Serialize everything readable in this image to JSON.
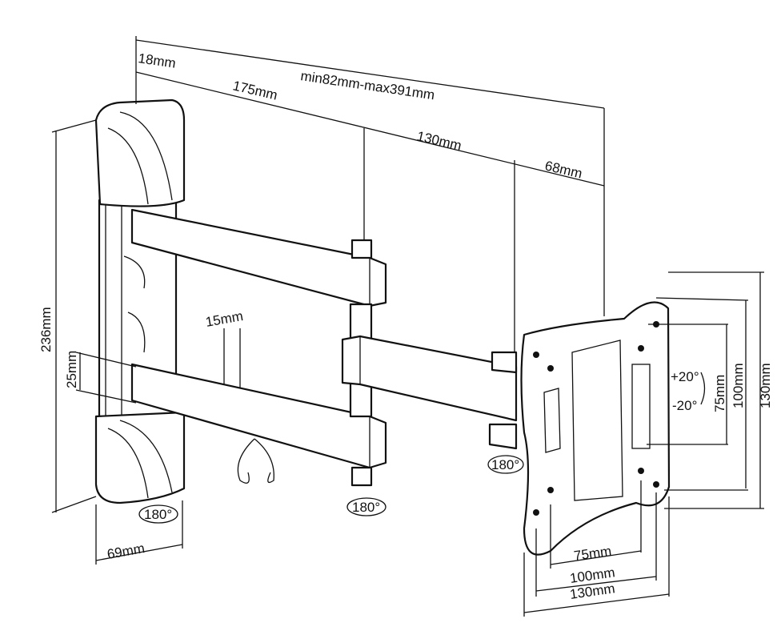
{
  "title": "Articulating TV wall mount dimension drawing",
  "dimensions": {
    "overall_depth": "min82mm-max391mm",
    "wall_plate_depth": "18mm",
    "first_arm": "175mm",
    "second_arm": "130mm",
    "head_depth": "68mm",
    "wall_plate_height": "236mm",
    "arm_spacing": "25mm",
    "arm_thickness": "15mm",
    "wall_plate_width": "69mm",
    "vesa_h_75": "75mm",
    "vesa_h_100": "100mm",
    "vesa_h_130": "130mm",
    "vesa_v_75": "75mm",
    "vesa_v_100": "100mm",
    "vesa_v_130": "130mm"
  },
  "rotations": {
    "wall_swivel": "180°",
    "arm_swivel": "180°",
    "head_swivel": "180°",
    "tilt_up": "+20°",
    "tilt_down": "-20°"
  }
}
